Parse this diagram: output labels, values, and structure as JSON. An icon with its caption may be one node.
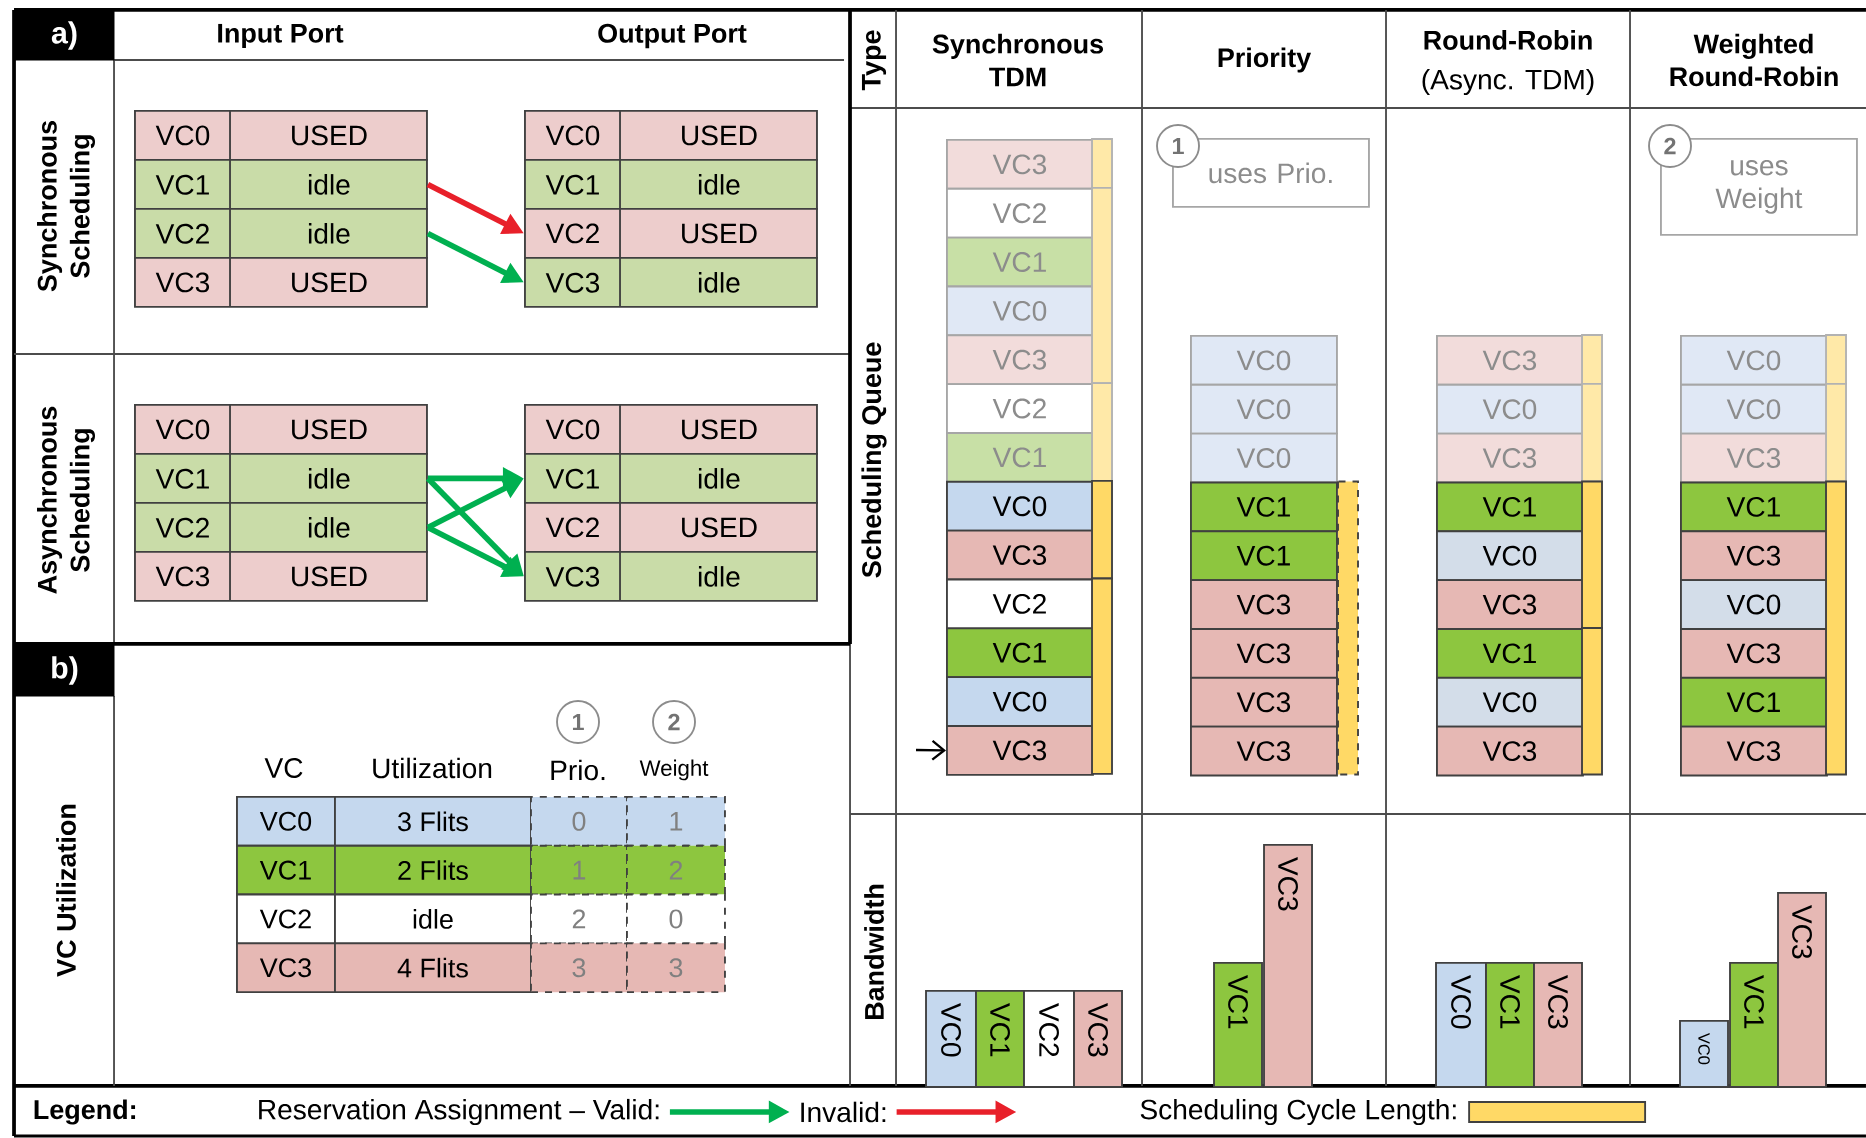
{
  "diagram": {
    "nodes": [
      {
        "text": [
          "a)"
        ]
      },
      {
        "text": [
          "VC0",
          "USED"
        ]
      },
      {
        "text": [
          "VC1",
          "idle"
        ]
      },
      {
        "text": [
          "VC2",
          "idle"
        ]
      },
      {
        "text": [
          "VC3",
          "USED"
        ]
      },
      {
        "text": [
          "VC0",
          "USED"
        ]
      },
      {
        "text": [
          "VC1",
          "idle"
        ]
      },
      {
        "text": [
          "VC2",
          "USED"
        ]
      },
      {
        "text": [
          "VC3",
          "idle"
        ]
      },
      {
        "text": [
          "VC0",
          "USED"
        ]
      },
      {
        "text": [
          "VC1",
          "idle"
        ]
      },
      {
        "text": [
          "VC2",
          "idle"
        ]
      },
      {
        "text": [
          "VC3",
          "USED"
        ]
      },
      {
        "text": [
          "VC0",
          "USED"
        ]
      },
      {
        "text": [
          "VC1",
          "idle"
        ]
      },
      {
        "text": [
          "VC2",
          "USED"
        ]
      },
      {
        "text": [
          "VC3",
          "idle"
        ]
      },
      {
        "text": [
          "b)"
        ]
      },
      {
        "text": [
          "VC3"
        ]
      },
      {
        "text": [
          "VC2"
        ]
      },
      {
        "text": [
          "VC1"
        ]
      },
      {
        "text": [
          "VC0"
        ]
      },
      {
        "text": [
          "VC3"
        ]
      },
      {
        "text": [
          "VC2"
        ]
      },
      {
        "text": [
          "VC1"
        ]
      },
      {
        "text": [
          "VC0"
        ]
      },
      {
        "text": [
          "VC3"
        ]
      },
      {
        "text": [
          "VC2"
        ]
      },
      {
        "text": [
          "VC1"
        ]
      },
      {
        "text": [
          "VC0"
        ]
      },
      {
        "text": [
          "VC3"
        ]
      },
      {
        "text": [
          "VC0"
        ]
      },
      {
        "text": [
          "VC0"
        ]
      },
      {
        "text": [
          "VC0"
        ]
      },
      {
        "text": [
          "VC1"
        ]
      },
      {
        "text": [
          "VC1"
        ]
      },
      {
        "text": [
          "VC3"
        ]
      },
      {
        "text": [
          "VC3"
        ]
      },
      {
        "text": [
          "VC3"
        ]
      },
      {
        "text": [
          "VC3"
        ]
      },
      {
        "text": [
          "VC3"
        ]
      },
      {
        "text": [
          "VC0"
        ]
      },
      {
        "text": [
          "VC3"
        ]
      },
      {
        "text": [
          "VC1"
        ]
      },
      {
        "text": [
          "VC0"
        ]
      },
      {
        "text": [
          "VC3"
        ]
      },
      {
        "text": [
          "VC1"
        ]
      },
      {
        "text": [
          "VC0"
        ]
      },
      {
        "text": [
          "VC3"
        ]
      },
      {
        "text": [
          "VC0"
        ]
      },
      {
        "text": [
          "VC0"
        ]
      },
      {
        "text": [
          "VC3"
        ]
      },
      {
        "text": [
          "VC1"
        ]
      },
      {
        "text": [
          "VC3"
        ]
      },
      {
        "text": [
          "VC0"
        ]
      },
      {
        "text": [
          "VC3"
        ]
      },
      {
        "text": [
          "VC1"
        ]
      },
      {
        "text": [
          "VC3"
        ]
      },
      {
        "text": [
          "uses Prio."
        ]
      },
      {
        "text": [
          "uses Weight"
        ]
      },
      {
        "text": [
          "VC0"
        ]
      },
      {
        "text": [
          "VC1"
        ]
      },
      {
        "text": [
          "VC2"
        ]
      },
      {
        "text": [
          "VC3"
        ]
      },
      {
        "text": [
          "VC1"
        ]
      },
      {
        "text": [
          "VC3"
        ]
      },
      {
        "text": [
          "VC0"
        ]
      },
      {
        "text": [
          "VC1"
        ]
      },
      {
        "text": [
          "VC3"
        ]
      },
      {
        "text": [
          "VC0"
        ]
      },
      {
        "text": [
          "VC1"
        ]
      },
      {
        "text": [
          "VC3"
        ]
      }
    ],
    "edges": [
      {
        "from": 2,
        "to": 7,
        "arrow": "to",
        "color": "#e8202a"
      },
      {
        "from": 3,
        "to": 8,
        "arrow": "to"
      },
      {
        "from": 10,
        "to": 14,
        "arrow": "to"
      },
      {
        "from": 10,
        "to": 16,
        "arrow": "to"
      },
      {
        "from": 11,
        "to": 14,
        "arrow": "to"
      },
      {
        "from": 11,
        "to": 16,
        "arrow": "to"
      },
      {
        "from": null,
        "to": 30,
        "arrow": "to",
        "color": "#000000"
      }
    ],
    "labels": [
      "Input Port",
      "Output Port",
      "Synchronous Scheduling",
      "Asynchronous Scheduling",
      "VC Utilization",
      "1",
      "2",
      "VC",
      "Utilization",
      "Prio.",
      "Weight",
      "VC0",
      "3 Flits",
      "0",
      "1",
      "VC1",
      "2 Flits",
      "1",
      "2",
      "VC2",
      "idle",
      "2",
      "0",
      "VC3",
      "4 Flits",
      "3",
      "3",
      "Type",
      "Synchronous TDM",
      "Priority",
      "Round-Robin",
      "(Async. TDM)",
      "Weighted Round-Robin",
      "Scheduling Queue",
      "Bandwidth",
      "1",
      "2",
      "Legend:"
    ],
    "legend": [
      {
        "text": "Reservation Assignment – Valid:"
      },
      {
        "text": "Invalid:"
      },
      {
        "text": "Scheduling Cycle Length:",
        "color": "#ffd966"
      }
    ]
  }
}
